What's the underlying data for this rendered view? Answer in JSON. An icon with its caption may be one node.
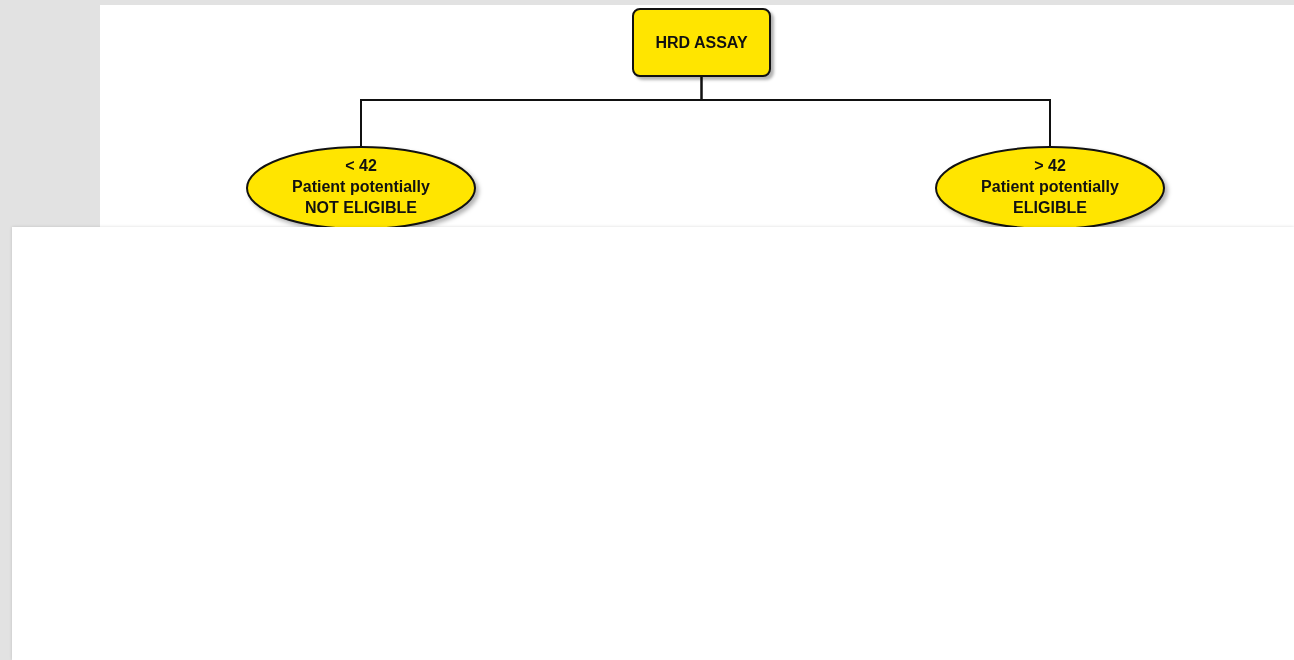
{
  "diagram": {
    "nodes": [
      {
        "text": [
          "HRD ASSAY"
        ]
      },
      {
        "text": [
          "< 42",
          "Patient potentially NOT ELIGIBLE"
        ]
      },
      {
        "text": [
          "> 42",
          "Patient potentially ELIGIBLE"
        ]
      }
    ],
    "edges": [
      {
        "from": 0,
        "to": 1,
        "arrow": "none"
      },
      {
        "from": 0,
        "to": 2,
        "arrow": "none"
      }
    ]
  }
}
